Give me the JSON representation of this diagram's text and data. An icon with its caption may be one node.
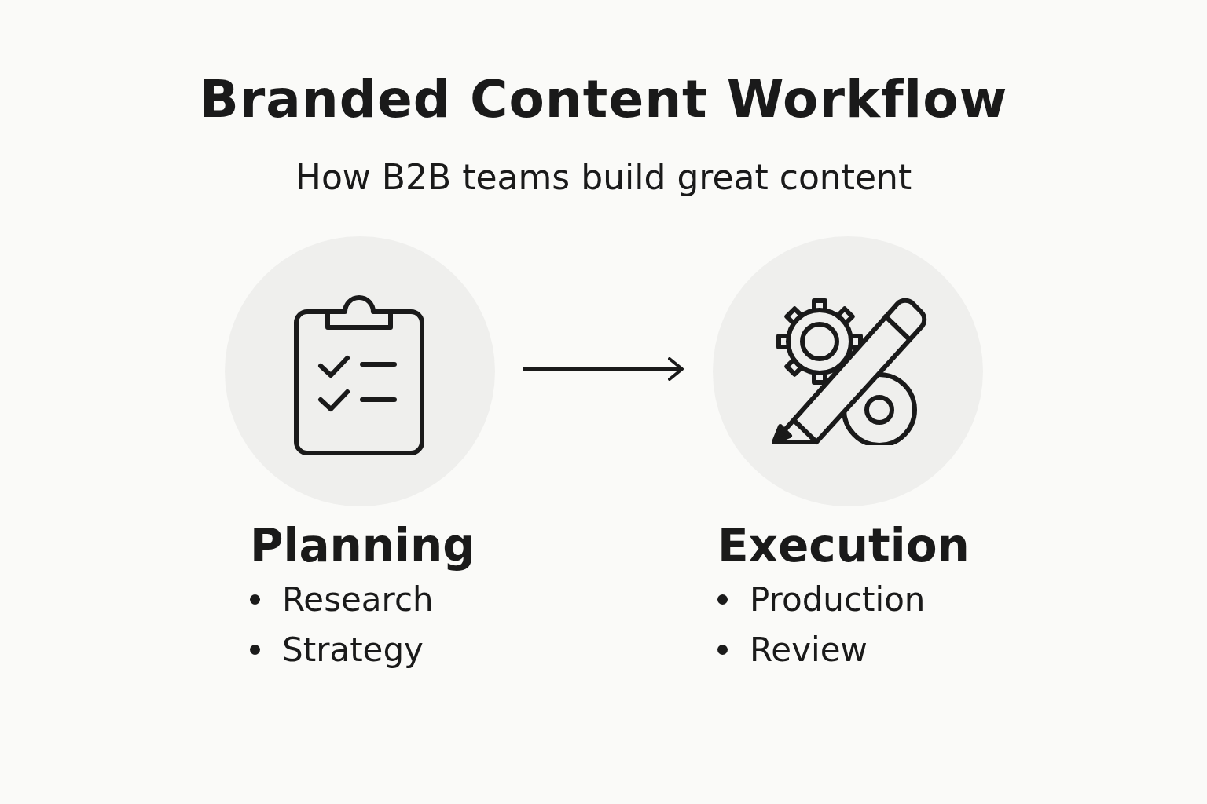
{
  "diagram": {
    "title": "Branded Content Workflow",
    "caption": "How B2B teams build great content",
    "nodes": [
      {
        "text": [
          "Planning",
          "Research",
          "Strategy"
        ]
      },
      {
        "text": [
          "Execution",
          "Production",
          "Review"
        ]
      }
    ],
    "edges": [
      {
        "from": 0,
        "to": 1,
        "arrow": "to"
      }
    ]
  }
}
